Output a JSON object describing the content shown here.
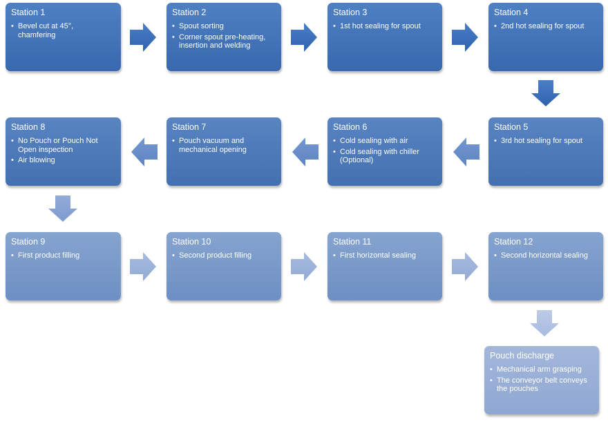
{
  "stations": [
    {
      "title": "Station 1",
      "items": [
        "Bevel cut at 45°,",
        "chamfering"
      ]
    },
    {
      "title": "Station 2",
      "items": [
        "Spout sorting",
        "Corner spout pre-heating, insertion and welding"
      ]
    },
    {
      "title": "Station 3",
      "items": [
        "1st hot sealing for spout"
      ]
    },
    {
      "title": "Station 4",
      "items": [
        "2nd hot sealing for spout"
      ]
    },
    {
      "title": "Station 5",
      "items": [
        "3rd hot sealing for spout"
      ]
    },
    {
      "title": "Station 6",
      "items": [
        "Cold sealing with air",
        "Cold sealing with chiller (Optional)"
      ]
    },
    {
      "title": "Station 7",
      "items": [
        "Pouch vacuum and mechanical opening"
      ]
    },
    {
      "title": "Station 8",
      "items": [
        "No Pouch or Pouch Not Open inspection",
        "Air blowing"
      ]
    },
    {
      "title": "Station 9",
      "items": [
        "First product filling"
      ]
    },
    {
      "title": "Station 10",
      "items": [
        "Second product filling"
      ]
    },
    {
      "title": "Station 11",
      "items": [
        "First horizontal sealing"
      ]
    },
    {
      "title": "Station 12",
      "items": [
        "Second horizontal sealing"
      ]
    },
    {
      "title": "Pouch discharge",
      "items": [
        "Mechanical arm grasping",
        "The conveyor belt conveys the pouches"
      ]
    }
  ],
  "colors": {
    "row1": "#3f6fb5",
    "row2": "#4a77b7",
    "row3": "#7896c8",
    "row4": "#9aafd6",
    "arrow_dark": "#3a6cb6",
    "arrow_light": "#a7b9de"
  }
}
